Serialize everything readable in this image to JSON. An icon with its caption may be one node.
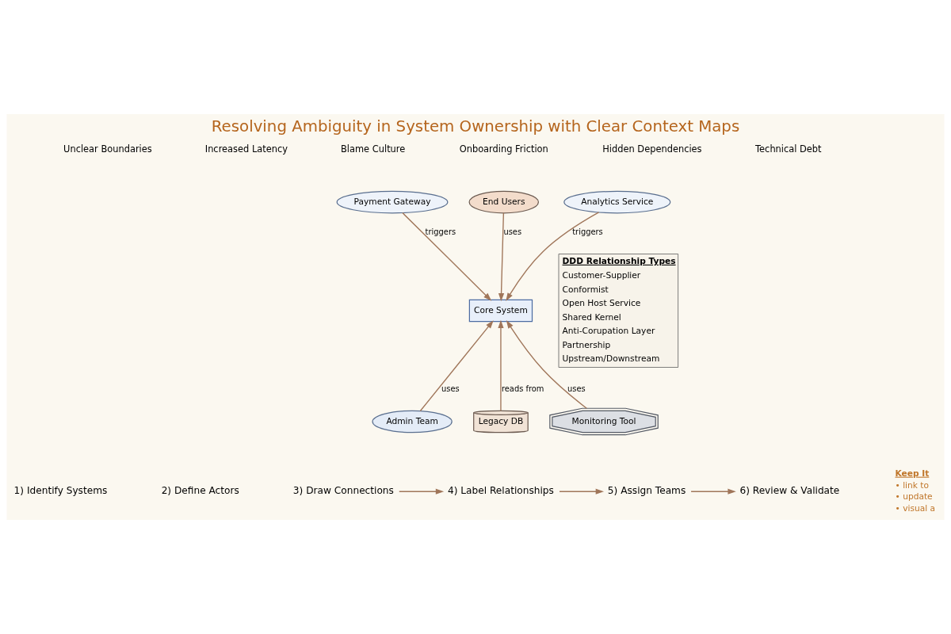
{
  "diagram": {
    "title": "Resolving Ambiguity in System Ownership with Clear Context Maps",
    "nodes": [
      {
        "text": [
          "Payment Gateway"
        ]
      },
      {
        "text": [
          "End Users"
        ]
      },
      {
        "text": [
          "Analytics Service"
        ]
      },
      {
        "text": [
          "Core System"
        ]
      },
      {
        "text": [
          "Admin Team"
        ]
      },
      {
        "text": [
          "Legacy DB"
        ]
      },
      {
        "text": [
          "Monitoring Tool"
        ]
      },
      {
        "text": [
          "3) Draw Connections"
        ]
      },
      {
        "text": [
          "4) Label Relationships"
        ]
      },
      {
        "text": [
          "5) Assign Teams"
        ]
      },
      {
        "text": [
          "6) Review & Validate"
        ]
      }
    ],
    "edges": [
      {
        "from": 0,
        "to": 3,
        "arrow": "to",
        "label": "triggers"
      },
      {
        "from": 1,
        "to": 3,
        "arrow": "to",
        "label": "uses"
      },
      {
        "from": 2,
        "to": 3,
        "arrow": "to",
        "label": "triggers"
      },
      {
        "from": 4,
        "to": 3,
        "arrow": "to",
        "label": "uses"
      },
      {
        "from": 5,
        "to": 3,
        "arrow": "to",
        "label": "reads from"
      },
      {
        "from": 6,
        "to": 3,
        "arrow": "to",
        "label": "uses"
      },
      {
        "from": 7,
        "to": 8,
        "arrow": "to"
      },
      {
        "from": 8,
        "to": 9,
        "arrow": "to"
      },
      {
        "from": 9,
        "to": 10,
        "arrow": "to"
      }
    ],
    "labels": [
      "Unclear Boundaries",
      "Increased Latency",
      "Blame Culture",
      "Onboarding Friction",
      "Hidden Dependencies",
      "Technical Debt",
      "DDD Relationship Types",
      "1) Identify Systems",
      "2) Define Actors",
      "Keep It",
      "• link to",
      "• update",
      "• visual a"
    ],
    "legend": [
      {
        "text": "Customer-Supplier"
      },
      {
        "text": "Conformist"
      },
      {
        "text": "Open Host Service"
      },
      {
        "text": "Shared Kernel"
      },
      {
        "text": "Anti-Corupation Layer"
      },
      {
        "text": "Partnership"
      },
      {
        "text": "Upstream/Downstream"
      }
    ]
  }
}
